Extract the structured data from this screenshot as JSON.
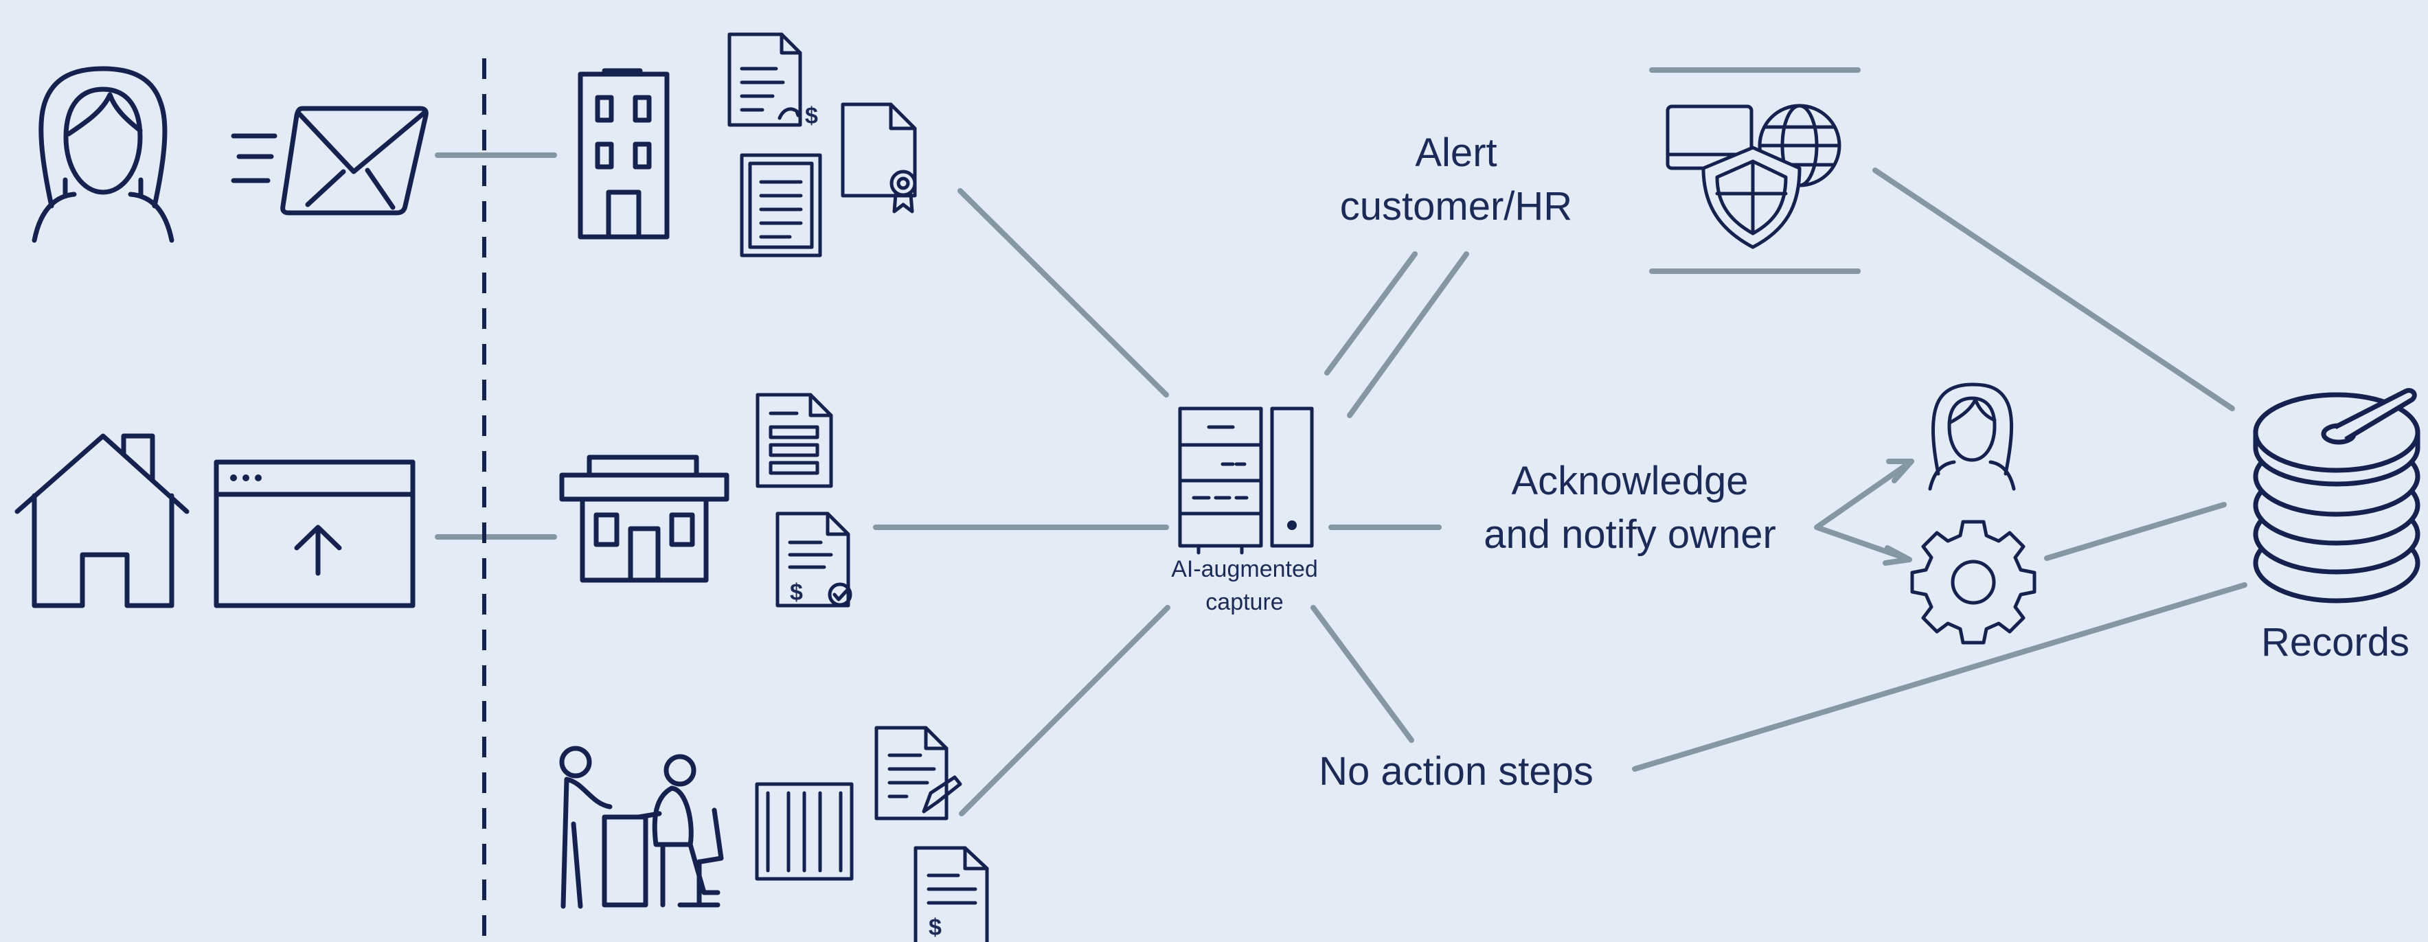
{
  "labels": {
    "ai_capture_line1": "AI-augmented",
    "ai_capture_line2": "capture",
    "alert_line1": "Alert",
    "alert_line2": "customer/HR",
    "ack_line1": "Acknowledge",
    "ack_line2": "and notify owner",
    "no_action": "No action steps",
    "records": "Records"
  },
  "colors": {
    "background": "#e3ebf6",
    "icon_stroke": "#15214f",
    "arrow": "#8497a2",
    "text": "#1b2a57"
  },
  "icons": [
    "woman-icon",
    "email-icon",
    "house-icon",
    "upload-window-icon",
    "office-building-icon",
    "storefront-icon",
    "people-at-desk-icon",
    "invoice-icon",
    "certificate-icon",
    "server-icon",
    "security-globe-icon",
    "owner-icon",
    "gear-icon",
    "database-icon"
  ]
}
